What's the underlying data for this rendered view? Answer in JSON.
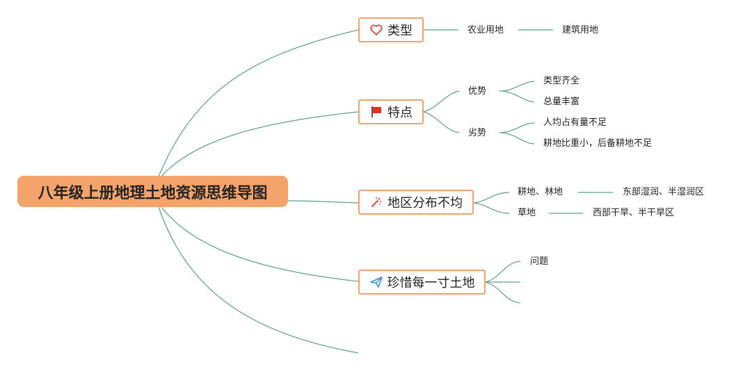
{
  "root": {
    "title": "八年级上册地理土地资源思维导图"
  },
  "branches": [
    {
      "label": "类型",
      "icon": "heart-icon"
    },
    {
      "label": "特点",
      "icon": "red-flag-icon"
    },
    {
      "label": "地区分布不均",
      "icon": "magic-wand-icon"
    },
    {
      "label": "珍惜每一寸土地",
      "icon": "paper-plane-icon"
    }
  ],
  "types": {
    "farmland": "农业用地",
    "construction": "建筑用地"
  },
  "features": {
    "advantage": {
      "label": "优势",
      "items": [
        "类型齐全",
        "总量丰富"
      ]
    },
    "disadvantage": {
      "label": "劣势",
      "items": [
        "人均占有量不足",
        "耕地比重小，后备耕地不足"
      ]
    }
  },
  "distribution": [
    {
      "label": "耕地、林地",
      "region": "东部湿润、半湿润区"
    },
    {
      "label": "草地",
      "region": "西部干旱、半干旱区"
    }
  ],
  "cherish": {
    "items": [
      "问题"
    ]
  },
  "colors": {
    "line": "#5e9e8c",
    "node_border": "#f0a16c",
    "root_fill": "#f4a46a"
  }
}
